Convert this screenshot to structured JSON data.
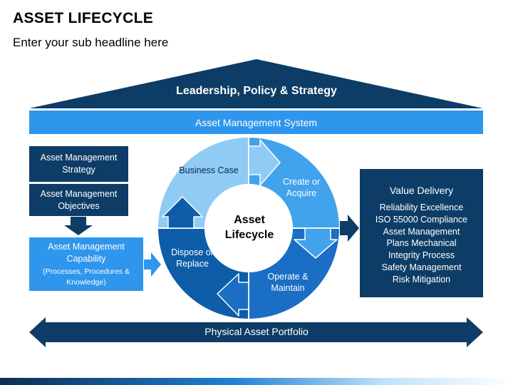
{
  "header": {
    "title": "ASSET LIFECYCLE",
    "subtitle": "Enter your sub headline here"
  },
  "roof": {
    "label": "Leadership, Policy & Strategy"
  },
  "system_bar": {
    "label": "Asset Management System"
  },
  "left_column": {
    "strategy": "Asset Management Strategy",
    "objectives": "Asset Management Objectives",
    "capability_title": "Asset Management Capability",
    "capability_detail": "(Processes, Procedures & Knowledge)"
  },
  "cycle": {
    "center": "Asset Lifecycle",
    "segments": {
      "business_case": "Business Case",
      "create_acquire": "Create or Acquire",
      "operate_maintain": "Operate & Maintain",
      "dispose_replace": "Dispose or Replace"
    }
  },
  "value_delivery": {
    "heading": "Value Delivery",
    "items": [
      "Reliability Excellence",
      "ISO 55000 Compliance",
      "Asset Management",
      "Plans Mechanical",
      "Integrity Process",
      "Safety Management",
      "Risk Mitigation"
    ]
  },
  "portfolio_bar": {
    "label": "Physical Asset Portfolio"
  },
  "colors": {
    "navy": "#0D3D66",
    "accent_blue": "#2E96EC",
    "light_blue": "#8FCBF5",
    "mid_blue": "#42A2EC",
    "deep_blue": "#1A6EC4",
    "dark_blue": "#0D5DA8"
  }
}
